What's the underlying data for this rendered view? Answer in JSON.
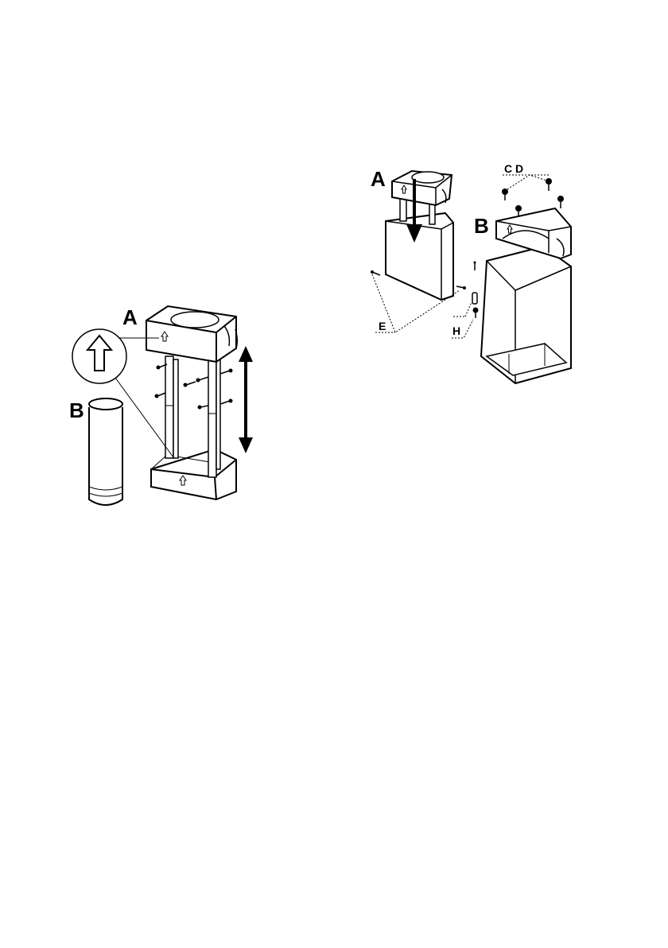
{
  "colors": {
    "ink": "#000000",
    "paper": "#ffffff"
  },
  "figure_left": {
    "label_a": "A",
    "label_b": "B",
    "magnified_icon": "arrow-up-icon",
    "motion_icon": "double-arrow-vertical-icon"
  },
  "figure_right": {
    "label_a": "A",
    "label_b": "B",
    "label_cd": "C D",
    "label_e": "E",
    "label_h": "H",
    "motion_icon": "arrow-down-icon"
  }
}
